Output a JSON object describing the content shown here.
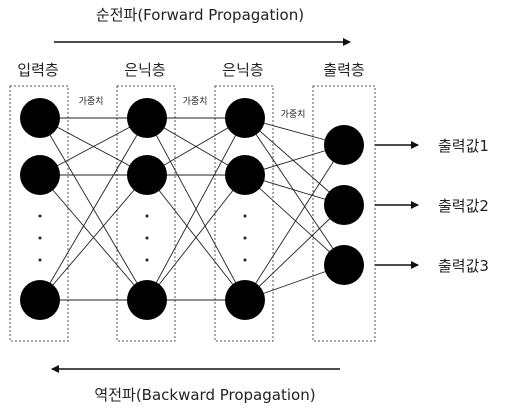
{
  "forward_label": "순전파(Forward Propagation)",
  "backward_label": "역전파(Backward Propagation)",
  "layers": [
    {
      "label": "입력층"
    },
    {
      "label": "은닉층"
    },
    {
      "label": "은닉층"
    },
    {
      "label": "출력층"
    }
  ],
  "weight_label": "가중치",
  "outputs": [
    "출력값1",
    "출력값2",
    "출력값3"
  ]
}
